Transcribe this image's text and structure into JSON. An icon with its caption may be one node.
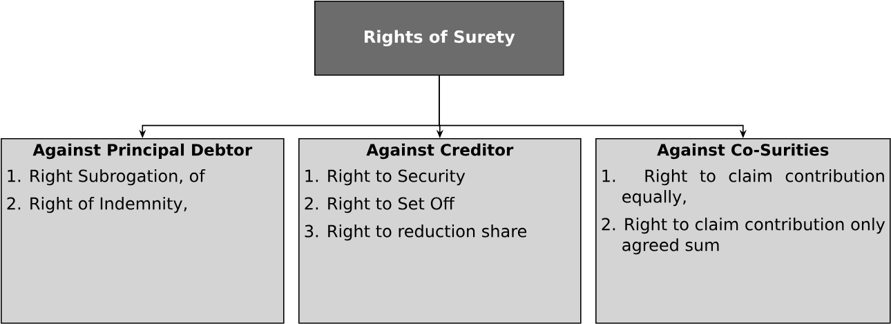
{
  "diagram": {
    "nodes": [
      {
        "text": [
          "Rights of Surety"
        ]
      },
      {
        "text": [
          "Against Principal Debtor",
          "1. Right Subrogation, of",
          "2. Right of Indemnity,"
        ]
      },
      {
        "text": [
          "Against Creditor",
          "1. Right to Security",
          "2. Right to Set Off",
          "3. Right to reduction share"
        ]
      },
      {
        "text": [
          "Against Co-Surities",
          "1. Right to claim contribution equally,",
          "2. Right to claim contribution only agreed sum"
        ]
      }
    ],
    "edges": [
      {
        "from": 0,
        "to": 1,
        "arrow": "to"
      },
      {
        "from": 0,
        "to": 2,
        "arrow": "to"
      },
      {
        "from": 0,
        "to": 3,
        "arrow": "to"
      }
    ]
  }
}
